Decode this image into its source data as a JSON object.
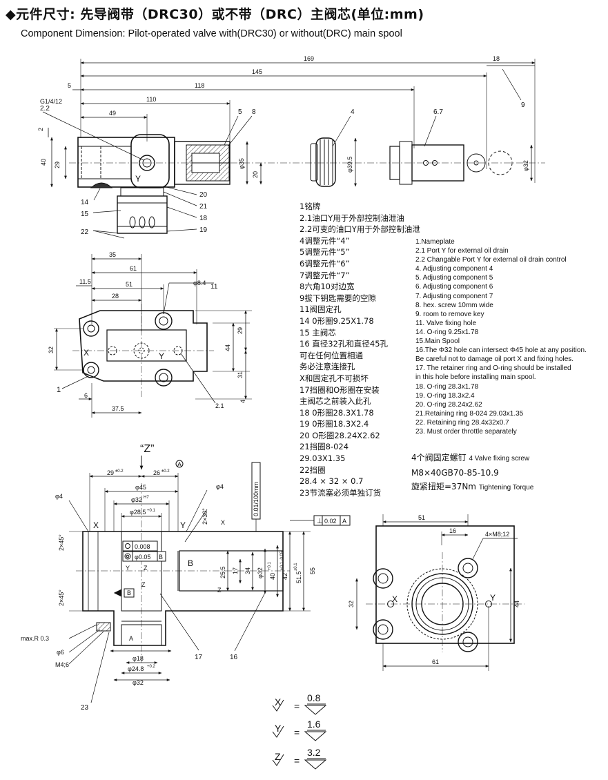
{
  "title": {
    "zh": "◆元件尺寸:  先导阀带（DRC30）或不带（DRC）主阀芯(单位:mm)",
    "en": "Component Dimension: Pilot-operated valve with(DRC30) or without(DRC) main spool"
  },
  "legend_zh": [
    "1铭牌",
    "2.1油口Y用于外部控制油泄油",
    "2.2可变的油口Y用于外部控制油泄",
    "4调整元件“4”",
    "5调整元件“5”",
    "6调整元件“6”",
    "7调整元件“7”",
    "8六角10对边宽",
    "9拔下钥匙需要的空隙",
    "11阀固定孔",
    "14 0形圈9.25X1.78",
    "15 主阀芯",
    "16 直径32孔和直径45孔",
    "可在任何位置相通",
    "务必注意连接孔",
    "X和固定孔不可损坏",
    "17挡圈和O形圈在安装",
    "主阀芯之前装入此孔",
    "18 0形圈28.3X1.78",
    "19 0形圈18.3X2.4",
    "20 O形圈28.24X2.62",
    "21挡圈8-024",
    "29.03X1.35",
    "22挡圈",
    "28.4 × 32 × 0.7",
    "23节流塞必须单独订货"
  ],
  "legend_en": [
    "1.Nameplate",
    "2.1 Port Y for external oil drain",
    "2.2 Changable Port Y for external oil drain control",
    "4. Adjusting component 4",
    "5. Adjusting component  5",
    "6. Adjusting component  6",
    "7. Adjusting component  7",
    "8. hex. screw 10mm wide",
    "9. room to remove key",
    "11. Valve fixing hole",
    "14. O-ring 9.25x1.78",
    "15.Main Spool",
    "16.The  Φ32 hole can intersect  Φ45 hole at any position.",
    " Be careful not to damage oil port X and fixing holes.",
    "17.  The retainer ring and O-ring should be installed",
    "      in this hole before installing main spool.",
    "18.  O-ring 28.3x1.78",
    "19.  O-ring 18.3x2.4",
    "20.  O-ring 28.24x2.62",
    "21.Retaining ring 8-024   29.03x1.35",
    "22. Retaining ring 28.4x32x0.7",
    "23. Must order throttle separately"
  ],
  "screw": {
    "line1_zh": "4个阀固定螺钉",
    "line1_en": "4 Valve fixing screw",
    "line2": "M8×40GB70-85-10.9",
    "line3_zh": "旋紧扭矩=37Nm",
    "line3_en": "Tightening Torque"
  },
  "roughness": [
    {
      "sym": "X",
      "val": "0.8"
    },
    {
      "sym": "Y",
      "val": "1.6"
    },
    {
      "sym": "Z",
      "val": "3.2"
    }
  ],
  "dims_top": {
    "d169": "169",
    "d145": "145",
    "d118": "118",
    "d110": "110",
    "d49": "49",
    "d18": "18",
    "d5": "5",
    "g": "G1/4/12",
    "d22": "2.2",
    "d2": "2",
    "d40": "40",
    "d29": "29",
    "d20": "20",
    "phi35": "φ35",
    "phi39": "φ39.5",
    "phi32": "φ32",
    "n4": "4",
    "n5": "5",
    "n8": "8",
    "n67": "6.7",
    "n9": "9",
    "n14": "14",
    "n15": "15",
    "n22": "22",
    "n20": "20",
    "n21": "21",
    "n18": "18",
    "n19": "19",
    "Y": "Y"
  },
  "dims_mid": {
    "d35": "35",
    "d61": "61",
    "d11": "11.5",
    "d51": "51",
    "d28": "28",
    "phi84": "φ8.4",
    "n11": "11",
    "d32": "32",
    "d44": "44",
    "d29": "29",
    "d31": "31",
    "d6": "6",
    "d375": "37.5",
    "d4": "4",
    "n1": "1",
    "n21": "2.1",
    "X": "X",
    "Y": "Y"
  },
  "dims_sec": {
    "zlabel": "“Z”",
    "A": "A",
    "d29": "29",
    "t29": "±0.2",
    "d26": "26",
    "t26": "±0.2",
    "phi45": "φ45",
    "phi32": "φ32",
    "h7": "H7",
    "phi285": "φ28.5",
    "t285": "+0.1",
    "phi4a": "φ4",
    "phi4b": "φ4",
    "X": "X",
    "Y": "Y",
    "B": "B",
    "A2": "A",
    "tol1": "0.008",
    "tol2": "φ0.05",
    "tolB": "B",
    "perp": "⊥",
    "perpv": "0.02",
    "perpA": "A",
    "flat": "0.01/100mm",
    "c30": "2×30°",
    "c45a": "2×45°",
    "c45b": "2×45°",
    "d255": "25.5",
    "d17": "17",
    "d34": "34",
    "phi32b": "φ32",
    "d40": "40",
    "t40": "+0.1",
    "d42": "42",
    "t42": "+0.1 -0.05",
    "d515": "51.5",
    "t515": "±0.1",
    "d55": "55",
    "maxr": "max.R 0.3",
    "phi6": "φ6",
    "m4": "M4;6",
    "phi18": "φ18",
    "phi248": "φ24.8",
    "t248": "+0.2",
    "phi32c": "φ32",
    "n23": "23",
    "n17": "17",
    "n16": "16",
    "zs": "Z",
    "ys": "Y"
  },
  "dims_right": {
    "d51": "51",
    "d16": "16",
    "m8": "4×M8;12",
    "d32": "32",
    "d44": "44",
    "d61": "61",
    "X": "X",
    "Y": "Y"
  }
}
